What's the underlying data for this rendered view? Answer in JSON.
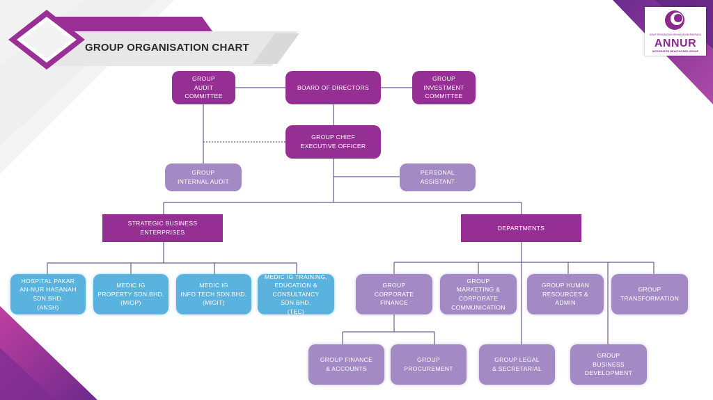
{
  "title": "GROUP ORGANISATION CHART",
  "logo": {
    "tagline": "GRUP PERUBATAN KESIHATAN BERSEPADU",
    "name": "ANNUR",
    "subtitle": "INTEGRATED HEALTHCARE GROUP"
  },
  "colors": {
    "primary": "#962f93",
    "secondary": "#a48ac4",
    "subsidiary": "#5ab2df",
    "line": "#6b5a92"
  },
  "nodes": {
    "board": "BOARD OF DIRECTORS",
    "audit_committee": "GROUP\nAUDIT\nCOMMITTEE",
    "investment_committee": "GROUP\nINVESTMENT\nCOMMITTEE",
    "ceo": "GROUP CHIEF\nEXECUTIVE OFFICER",
    "internal_audit": "GROUP\nINTERNAL AUDIT",
    "personal_assistant": "PERSONAL\nASSISTANT",
    "sbe": "STRATEGIC BUSINESS\nENTERPRISES",
    "departments": "DEPARTMENTS",
    "ansh": "HOSPITAL PAKAR\nAN-NUR HASANAH\nSDN.BHD.\n(ANSH)",
    "migp": "MEDIC IG\nPROPERTY SDN.BHD.\n(MIGP)",
    "migit": "MEDIC IG\nINFO TECH SDN.BHD.\n(MIGIT)",
    "tec": "MEDIC IG TRAINING,\nEDUCATION &\nCONSULTANCY SDN.BHD.\n(TEC)",
    "corporate_finance": "GROUP\nCORPORATE\nFINANCE",
    "marketing": "GROUP\nMARKETING &\nCORPORATE\nCOMMUNICATION",
    "hr": "GROUP HUMAN\nRESOURCES &\nADMIN",
    "transformation": "GROUP\nTRANSFORMATION",
    "finance_accounts": "GROUP FINANCE\n& ACCOUNTS",
    "procurement": "GROUP\nPROCUREMENT",
    "legal": "GROUP LEGAL\n& SECRETARIAL",
    "business_development": "GROUP\nBUSINESS\nDEVELOPMENT"
  }
}
